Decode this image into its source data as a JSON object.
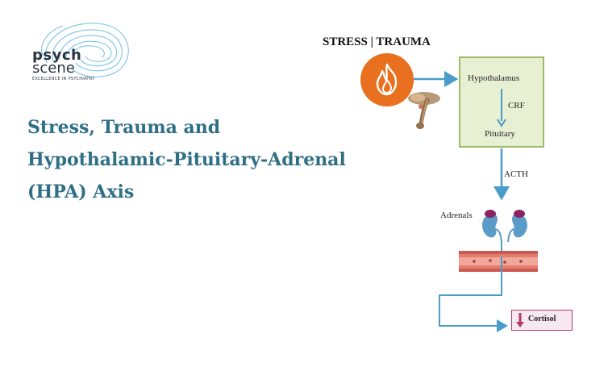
{
  "logo": {
    "word1": "psych",
    "word2": "scene",
    "tagline": "EXCELLENCE IN PSYCHIATRY"
  },
  "title": {
    "line1": "Stress, Trauma and",
    "line2": "Hypothalamic-Pituitary-Adrenal",
    "line3": "(HPA) Axis"
  },
  "diagram": {
    "stress_label": "STRESS | TRAUMA",
    "hypothalamus": "Hypothalamus",
    "crf": "CRF",
    "pituitary": "Pituitary",
    "acth": "ACTH",
    "adrenals": "Adrenals",
    "cortisol": "Cortisol"
  },
  "colors": {
    "title": "#2f6f86",
    "arrow": "#4a9cc9",
    "flame_circle": "#e8701f",
    "box_fill": "#e8f0d4",
    "box_border": "#9dbb68",
    "cortisol_border": "#b03a6a",
    "kidney": "#5b9bc8",
    "adrenal_cap": "#8a2460",
    "vessel": "#e67c70"
  }
}
